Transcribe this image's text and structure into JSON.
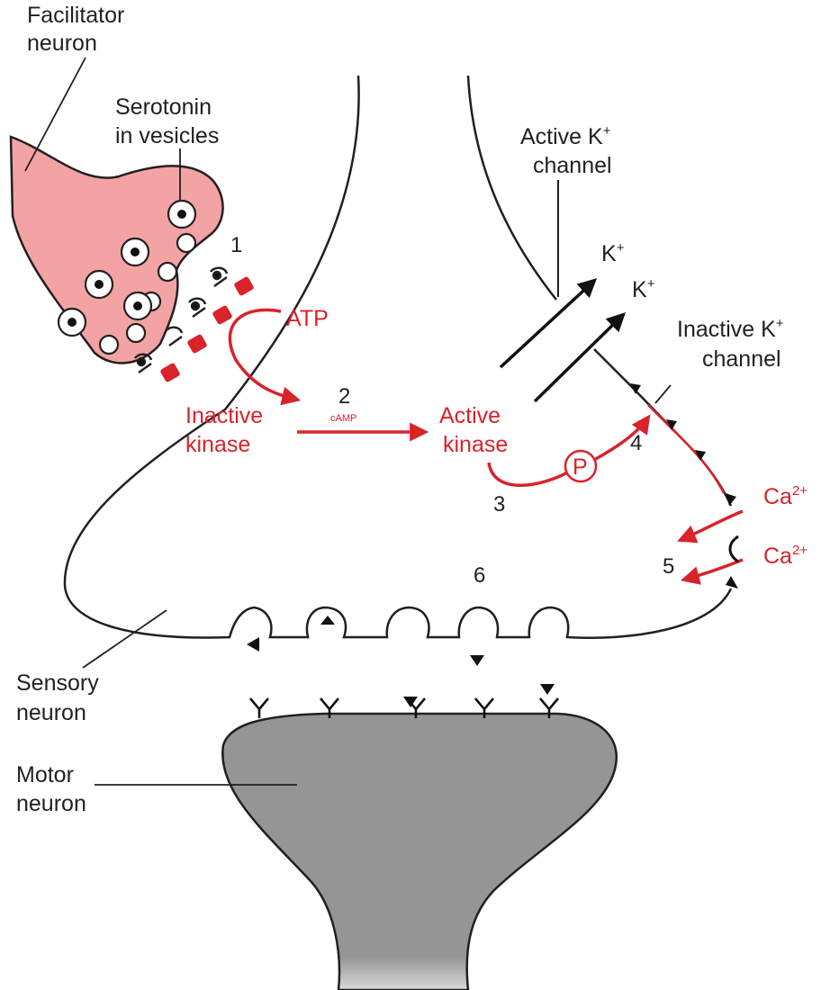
{
  "labels": {
    "facilitator_l1": "Facilitator",
    "facilitator_l2": "neuron",
    "serotonin_l1": "Serotonin",
    "serotonin_l2": "in vesicles",
    "active_k_l1": "Active K",
    "active_k_sup": "+",
    "active_k_l2": "channel",
    "k_ion": "K",
    "k_sup": "+",
    "inactive_k_l1": "Inactive K",
    "inactive_k_sup": "+",
    "inactive_k_l2": "channel",
    "atp": "ATP",
    "camp": "cAMP",
    "inactive_kinase_l1": "Inactive",
    "inactive_kinase_l2": "kinase",
    "active_kinase_l1": "Active",
    "active_kinase_l2": "kinase",
    "phosphate": "P",
    "ca": "Ca",
    "ca_sup": "2+",
    "sensory_l1": "Sensory",
    "sensory_l2": "neuron",
    "motor_l1": "Motor",
    "motor_l2": "neuron"
  },
  "steps": [
    "1",
    "2",
    "3",
    "4",
    "5",
    "6"
  ],
  "colors": {
    "red": "#d8232a",
    "facilitator_fill": "#f3a3a3",
    "motor_fill": "#959595",
    "ink": "#231f20"
  }
}
